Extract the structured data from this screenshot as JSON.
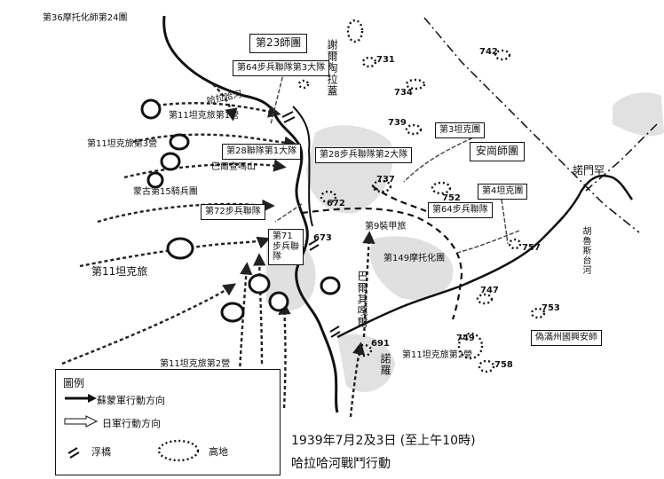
{
  "labels": {
    "top_left": "第36摩托化師第24團",
    "div23": "第23師團",
    "xie": "謝爾陶拉蓋",
    "inf64_3": "第64步兵聯隊第3大隊",
    "river_hala": "哈拉哈河",
    "tank11_1": "第11坦克旅第1營",
    "tank11_3": "第11坦克旅第3營",
    "cav28_1": "第28聯隊第1大隊",
    "bayan": "巴爾查嗎山",
    "mongol15": "蒙古第15騎兵團",
    "inf28_2": "第28步兵聯隊第2大隊",
    "inf72": "第72步兵聯隊",
    "inf71": "第71步兵聯隊",
    "tank11": "第11坦克旅",
    "tank11_2": "第11坦克旅第2營",
    "armor9": "第9裝甲旅",
    "moto149": "第149摩托化團",
    "tank3": "第3坦克團",
    "anshang": "安崗師團",
    "tank4": "第4坦克團",
    "inf64": "第64步兵聯隊",
    "nomenhan": "諾門罕",
    "holsten": "胡魯斯台河",
    "barsi": "巴爾其嘎爾",
    "nuo": "諾羅",
    "tank11_2b": "第11坦克旅第2營",
    "manchu": "偽滿州國興安師"
  },
  "heights": {
    "h731": "731",
    "h734": "734",
    "h739": "739",
    "h742": "742",
    "h737": "737",
    "h752": "752",
    "h757": "757",
    "h672": "672",
    "h673": "673",
    "h747": "747",
    "h753": "753",
    "h749": "749",
    "h758": "758",
    "h691": "691"
  },
  "legend": {
    "title": "圖例",
    "soviet": "蘇蒙軍行動方向",
    "japan": "日軍行動方向",
    "bridge": "浮橋",
    "hill": "高地"
  },
  "caption": {
    "line1": "1939年7月2及3日 (至上午10時)",
    "line2": "哈拉哈河戰鬥行動"
  }
}
